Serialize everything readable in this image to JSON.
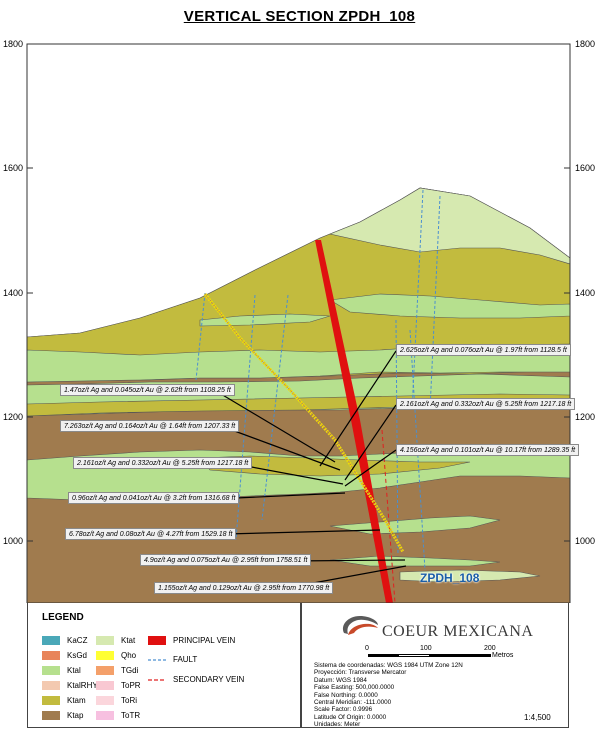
{
  "title": "VERTICAL SECTION ZPDH_108",
  "drillhole_label": "ZPDH_108",
  "elevation_ticks": [
    "1800",
    "1600",
    "1400",
    "1200",
    "1000"
  ],
  "annotations": [
    {
      "id": "a1",
      "text": "2.625oz/t Ag and 0.076oz/t Au @ 1.97ft from 1128.5 ft"
    },
    {
      "id": "a2",
      "text": "1.47oz/t Ag and 0.045oz/t Au @ 2.62ft from 1108.25 ft"
    },
    {
      "id": "a3",
      "text": "2.161oz/t Ag and 0.332oz/t Au @ 5.25ft from 1217.18 ft"
    },
    {
      "id": "a4",
      "text": "7.263oz/t Ag and 0.164oz/t Au @ 1.64ft from 1207.33 ft"
    },
    {
      "id": "a5",
      "text": "4.156oz/t Ag and 0.101oz/t Au @ 10.17ft from 1289.35 ft"
    },
    {
      "id": "a6",
      "text": "2.161oz/t Ag and 0.332oz/t Au @ 5.25ft from 1217.18 ft"
    },
    {
      "id": "a7",
      "text": "0.96oz/t Ag and 0.041oz/t Au @ 3.2ft from 1316.68 ft"
    },
    {
      "id": "a8",
      "text": "6.78oz/t Ag and 0.08oz/t Au @ 4.27ft from 1529.18 ft"
    },
    {
      "id": "a9",
      "text": "4.9oz/t Ag and 0.075oz/t Au @ 2.95ft from 1758.51 ft"
    },
    {
      "id": "a10",
      "text": "1.155oz/t Ag and 0.129oz/t Au @ 2.95ft from 1770.98 ft"
    }
  ],
  "legend": {
    "title": "LEGEND",
    "units": [
      {
        "label": "KaCZ",
        "color": "#4aa8b8"
      },
      {
        "label": "KsGd",
        "color": "#e8845a"
      },
      {
        "label": "Ktal",
        "color": "#b6e08e"
      },
      {
        "label": "KtalRHY",
        "color": "#f3c9b0"
      },
      {
        "label": "Ktam",
        "color": "#c2bb3e"
      },
      {
        "label": "Ktap",
        "color": "#a07b4e"
      },
      {
        "label": "Ktat",
        "color": "#d6e9b0"
      },
      {
        "label": "Qho",
        "color": "#ffff33"
      },
      {
        "label": "TGdi",
        "color": "#f4a06a"
      },
      {
        "label": "ToPR",
        "color": "#f9c8d2"
      },
      {
        "label": "ToRi",
        "color": "#fbd6dc"
      },
      {
        "label": "ToTR",
        "color": "#f7c0e0"
      }
    ],
    "principal_vein": "PRINCIPAL VEIN",
    "fault": "FAULT",
    "secondary_vein": "SECONDARY VEIN"
  },
  "company": "COEUR MEXICANA",
  "scale_bar": {
    "ticks": [
      "0",
      "100",
      "200"
    ],
    "unit": "Metros"
  },
  "projection": [
    "Sistema de coordenadas: WGS 1984 UTM Zone 12N",
    "Proyección: Transverse Mercator",
    "Datum: WGS 1984",
    "False Easting: 500,000.0000",
    "False Northing: 0.0000",
    "Central Meridian: -111.0000",
    "Scale Factor: 0.9996",
    "Latitude Of Origin: 0.0000",
    "Unidades: Meter"
  ],
  "scale_ratio": "1:4,500",
  "colors": {
    "ktap": "#a07b4e",
    "ktam": "#c2bb3e",
    "ktal": "#b6e08e",
    "ktat": "#d6e9b0",
    "principal_vein": "#e01010",
    "fault": "#4a8fd0",
    "secondary_vein": "#e02020"
  }
}
